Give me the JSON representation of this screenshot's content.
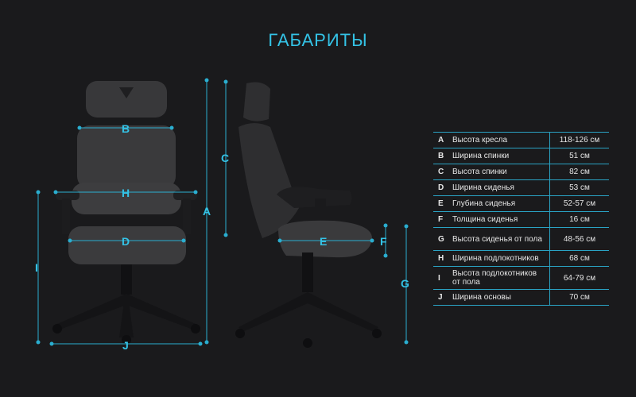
{
  "title": "ГАБАРИТЫ",
  "dimension_markers": {
    "A": "A",
    "B": "B",
    "C": "C",
    "D": "D",
    "E": "E",
    "F": "F",
    "G": "G",
    "H": "H",
    "I": "I",
    "J": "J"
  },
  "colors": {
    "accent": "#34c3e6",
    "background": "#1a1a1c",
    "chair": "#3a3a3c"
  },
  "specs": [
    {
      "key": "A",
      "name": "Высота кресла",
      "value": "118-126 см"
    },
    {
      "key": "B",
      "name": "Ширина спинки",
      "value": "51 см"
    },
    {
      "key": "C",
      "name": "Высота спинки",
      "value": "82 см"
    },
    {
      "key": "D",
      "name": "Ширина сиденья",
      "value": "53 см"
    },
    {
      "key": "E",
      "name": "Глубина сиденья",
      "value": "52-57 см"
    },
    {
      "key": "F",
      "name": "Толщина сиденья",
      "value": "16 см"
    },
    {
      "key": "G",
      "name": "Высота сиденья от пола",
      "value": "48-56 см"
    },
    {
      "key": "H",
      "name": "Ширина подлокотников",
      "value": "68 см"
    },
    {
      "key": "I",
      "name": "Высота подлокотников от пола",
      "value": "64-79 см"
    },
    {
      "key": "J",
      "name": "Ширина основы",
      "value": "70 см"
    }
  ]
}
